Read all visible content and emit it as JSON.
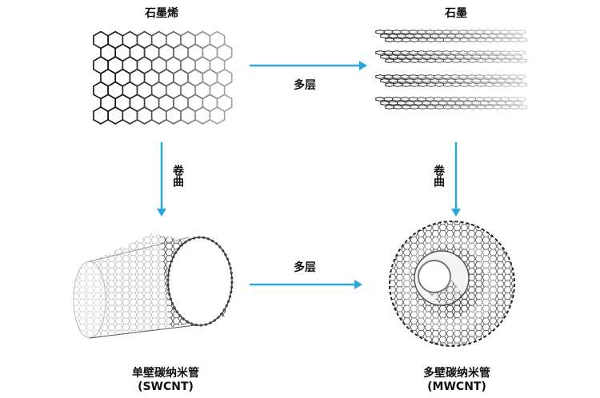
{
  "nodes": {
    "graphene": {
      "label": "石墨烯"
    },
    "graphite": {
      "label": "石墨"
    },
    "swcnt": {
      "label": "单壁碳纳米管",
      "abbr": "(SWCNT)"
    },
    "mwcnt": {
      "label": "多壁碳纳米管",
      "abbr": "(MWCNT)"
    }
  },
  "edges": {
    "graphene_to_graphite": {
      "label": "多层"
    },
    "swcnt_to_mwcnt": {
      "label": "多层"
    },
    "graphene_to_swcnt": {
      "label": "卷曲"
    },
    "graphite_to_mwcnt": {
      "label": "卷曲"
    }
  },
  "colors": {
    "arrow": "#29a8e0",
    "structure": "#1a1a1a"
  }
}
